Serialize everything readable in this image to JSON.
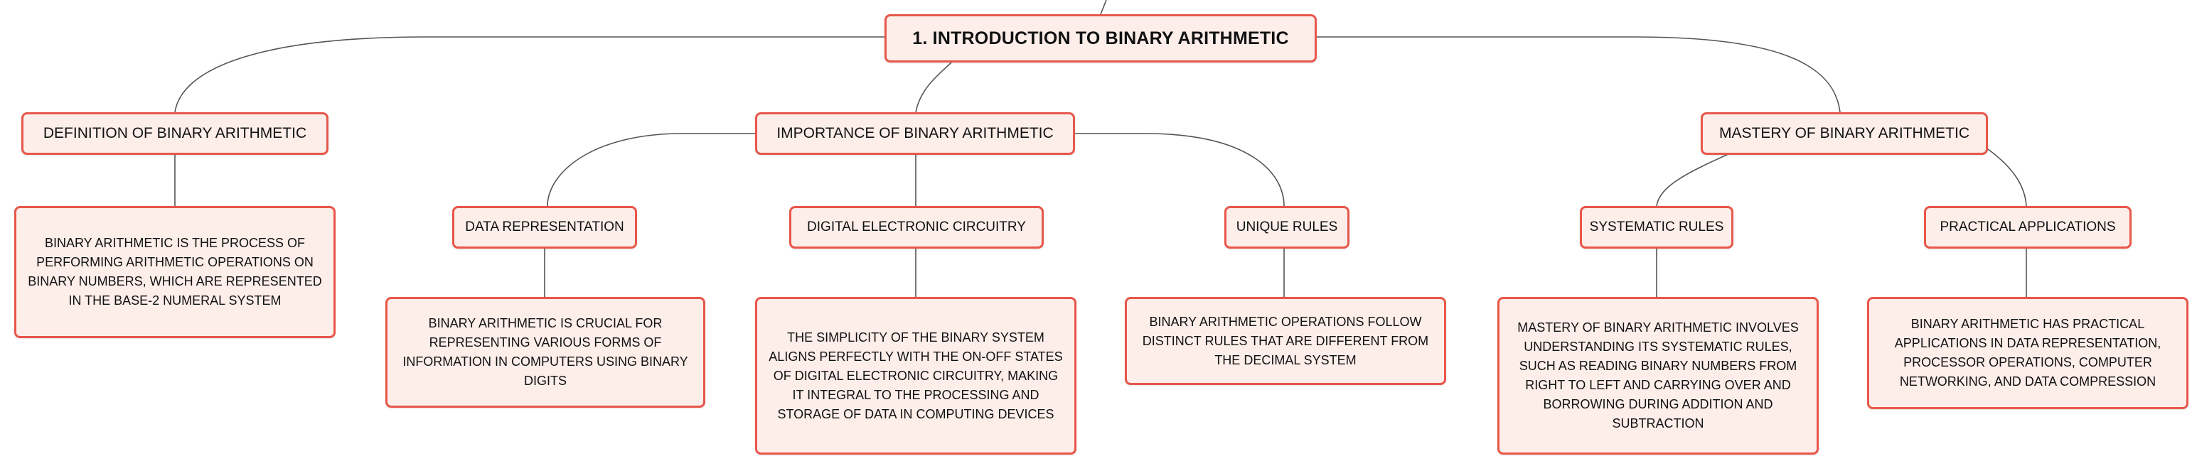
{
  "colors": {
    "node_fill": "#fdeeea",
    "node_border": "#e8574a",
    "connector": "#555555"
  },
  "root": {
    "label": "1. INTRODUCTION TO BINARY ARITHMETIC"
  },
  "topics": {
    "definition": {
      "label": "DEFINITION OF BINARY ARITHMETIC",
      "detail": "BINARY ARITHMETIC IS THE PROCESS OF PERFORMING ARITHMETIC OPERATIONS ON BINARY NUMBERS, WHICH ARE REPRESENTED IN THE BASE-2 NUMERAL SYSTEM"
    },
    "importance": {
      "label": "IMPORTANCE OF BINARY ARITHMETIC",
      "children": {
        "data_representation": {
          "label": "DATA REPRESENTATION",
          "detail": "BINARY ARITHMETIC IS CRUCIAL FOR REPRESENTING VARIOUS FORMS OF INFORMATION IN COMPUTERS USING BINARY DIGITS"
        },
        "circuitry": {
          "label": "DIGITAL ELECTRONIC CIRCUITRY",
          "detail": "THE SIMPLICITY OF THE BINARY SYSTEM ALIGNS PERFECTLY WITH THE ON-OFF STATES OF DIGITAL ELECTRONIC CIRCUITRY, MAKING IT INTEGRAL TO THE PROCESSING AND STORAGE OF DATA IN COMPUTING DEVICES"
        },
        "unique_rules": {
          "label": "UNIQUE RULES",
          "detail": "BINARY ARITHMETIC OPERATIONS FOLLOW DISTINCT RULES THAT ARE DIFFERENT FROM THE DECIMAL SYSTEM"
        }
      }
    },
    "mastery": {
      "label": "MASTERY OF BINARY ARITHMETIC",
      "children": {
        "systematic_rules": {
          "label": "SYSTEMATIC RULES",
          "detail": "MASTERY OF BINARY ARITHMETIC INVOLVES UNDERSTANDING ITS SYSTEMATIC RULES, SUCH AS READING BINARY NUMBERS FROM RIGHT TO LEFT AND CARRYING OVER AND BORROWING DURING ADDITION AND SUBTRACTION"
        },
        "practical_applications": {
          "label": "PRACTICAL APPLICATIONS",
          "detail": "BINARY ARITHMETIC HAS PRACTICAL APPLICATIONS IN DATA REPRESENTATION, PROCESSOR OPERATIONS, COMPUTER NETWORKING, AND DATA COMPRESSION"
        }
      }
    }
  }
}
